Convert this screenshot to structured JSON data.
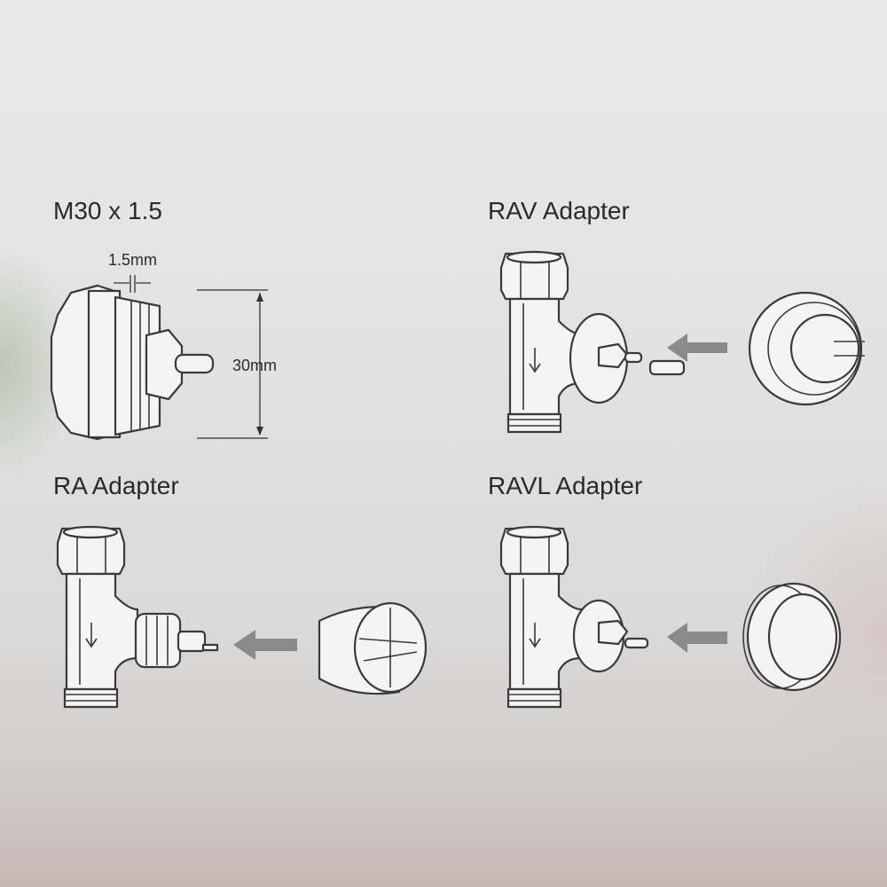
{
  "sections": {
    "m30": {
      "title": "M30 x 1.5",
      "pitch_label": "1.5mm",
      "diameter_label": "30mm"
    },
    "rav": {
      "title": "RAV Adapter"
    },
    "ra": {
      "title": "RA Adapter"
    },
    "ravl": {
      "title": "RAVL Adapter"
    }
  },
  "colors": {
    "arrow": "#8a8a8a",
    "line": "#3a3a3a",
    "part_fill": "#f4f4f4"
  }
}
